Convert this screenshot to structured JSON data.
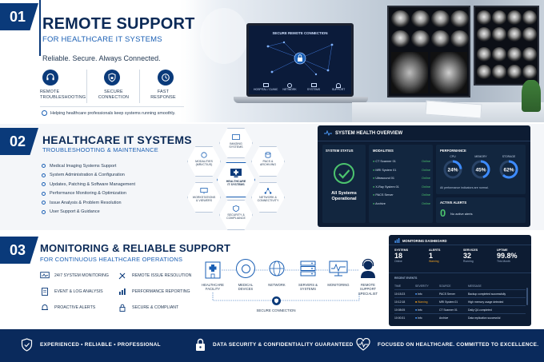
{
  "section1": {
    "number": "01",
    "title": "REMOTE SUPPORT",
    "subtitle": "FOR HEALTHCARE IT SYSTEMS",
    "tagline": "Reliable. Secure. Always Connected.",
    "features": [
      {
        "icon": "headset-icon",
        "label1": "REMOTE",
        "label2": "TROUBLESHOOTING"
      },
      {
        "icon": "shield-icon",
        "label1": "SECURE",
        "label2": "CONNECTION"
      },
      {
        "icon": "clock-icon",
        "label1": "FAST",
        "label2": "RESPONSE"
      }
    ],
    "footnote": "Helping healthcare professionals keep systems running smoothly.",
    "laptop": {
      "title": "SECURE REMOTE CONNECTION",
      "nodes": [
        "HOSPITAL / CLINIC",
        "NETWORK",
        "SYSTEMS",
        "SUPPORT"
      ]
    }
  },
  "section2": {
    "number": "02",
    "title": "HEALTHCARE IT SYSTEMS",
    "subtitle": "TROUBLESHOOTING & MAINTENANCE",
    "items": [
      "Medical Imaging Systems Support",
      "System Administration & Configuration",
      "Updates, Patching & Software Management",
      "Performance Monitoring & Optimization",
      "Issue Analysis & Problem Resolution",
      "User Support & Guidance"
    ],
    "hexes": {
      "imaging": [
        "IMAGING",
        "SYSTEMS"
      ],
      "modalities": [
        "MODALITIES",
        "(MRI/CT/US)"
      ],
      "pacs": [
        "PACS &",
        "ARCHIVING"
      ],
      "center": [
        "HEALTHCARE",
        "IT SYSTEMS"
      ],
      "workstations": [
        "WORKSTATIONS",
        "& VIEWERS"
      ],
      "network": [
        "NETWORK &",
        "CONNECTIVITY"
      ],
      "security": [
        "SECURITY &",
        "COMPLIANCE"
      ]
    },
    "health": {
      "title": "SYSTEM HEALTH OVERVIEW",
      "status_label": "SYSTEM STATUS",
      "status_text1": "All Systems",
      "status_text2": "Operational",
      "modalities_label": "MODALITIES",
      "modalities": [
        {
          "name": "CT Scanner 01",
          "status": "Online"
        },
        {
          "name": "MRI System 01",
          "status": "Online"
        },
        {
          "name": "Ultrasound 01",
          "status": "Online"
        },
        {
          "name": "X-Ray System 01",
          "status": "Online"
        },
        {
          "name": "PACS Server",
          "status": "Online"
        },
        {
          "name": "Archive",
          "status": "Online"
        }
      ],
      "performance_label": "PERFORMANCE",
      "gauges": [
        {
          "label": "CPU",
          "value": "24%",
          "fraction": 0.24
        },
        {
          "label": "MEMORY",
          "value": "45%",
          "fraction": 0.45
        },
        {
          "label": "STORAGE",
          "value": "62%",
          "fraction": 0.62
        }
      ],
      "perf_note": "All performance indicators are normal.",
      "alerts_label": "ACTIVE ALERTS",
      "alerts_count": "0",
      "alerts_text": "No active alerts"
    }
  },
  "section3": {
    "number": "03",
    "title": "MONITORING & RELIABLE SUPPORT",
    "subtitle": "FOR CONTINUOUS HEALTHCARE OPERATIONS",
    "items_left": [
      {
        "icon": "monitor-icon",
        "label": "24/7 SYSTEM MONITORING"
      },
      {
        "icon": "document-icon",
        "label": "EVENT & LOG ANALYSIS"
      },
      {
        "icon": "bell-icon",
        "label": "PROACTIVE ALERTS"
      }
    ],
    "items_right": [
      {
        "icon": "tools-icon",
        "label": "REMOTE ISSUE RESOLUTION"
      },
      {
        "icon": "bar-chart-icon",
        "label": "PERFORMANCE REPORTING"
      },
      {
        "icon": "lock-icon",
        "label": "SECURE & COMPLIANT"
      }
    ],
    "flow": [
      [
        "HEALTHCARE",
        "FACILITY"
      ],
      [
        "MEDICAL",
        "DEVICES"
      ],
      [
        "NETWORK",
        ""
      ],
      [
        "SERVERS &",
        "SYSTEMS"
      ],
      [
        "MONITORING",
        ""
      ],
      [
        "REMOTE",
        "SUPPORT",
        "SPECIALIST"
      ]
    ],
    "secure_label": "SECURE CONNECTION",
    "dashboard": {
      "title": "MONITORING DASHBOARD",
      "stats": [
        {
          "label": "SYSTEMS",
          "value": "18",
          "sub": "Online"
        },
        {
          "label": "ALERTS",
          "value": "1",
          "sub": "Warning"
        },
        {
          "label": "SERVICES",
          "value": "32",
          "sub": "Running"
        },
        {
          "label": "UPTIME",
          "value": "99.8%",
          "sub": "This Month"
        }
      ],
      "events_label": "RECENT EVENTS",
      "columns": [
        "TIME",
        "SEVERITY",
        "SOURCE",
        "MESSAGE"
      ],
      "events": [
        {
          "time": "10:15:23",
          "severity": "Info",
          "source": "PACS Server",
          "message": "Backup completed successfully"
        },
        {
          "time": "10:12:18",
          "severity": "Warning",
          "source": "MRI System 01",
          "message": "High memory usage detected"
        },
        {
          "time": "10:08:05",
          "severity": "Info",
          "source": "CT Scanner 01",
          "message": "Daily QA completed"
        },
        {
          "time": "10:00:31",
          "severity": "Info",
          "source": "Archive",
          "message": "Data replication successful"
        }
      ]
    }
  },
  "footer": {
    "items": [
      {
        "icon": "shield-check-icon",
        "text": "EXPERIENCED  •  RELIABLE  •  PROFESSIONAL"
      },
      {
        "icon": "lock-icon",
        "text": "DATA SECURITY & CONFIDENTIALITY GUARANTEED"
      },
      {
        "icon": "heart-pulse-icon",
        "text": "FOCUSED ON HEALTHCARE. COMMITTED TO EXCELLENCE."
      }
    ]
  },
  "colors": {
    "navy": "#0a2a5c",
    "blue": "#1a5fb4",
    "ok": "#4cc46e",
    "warn": "#f0a020"
  }
}
